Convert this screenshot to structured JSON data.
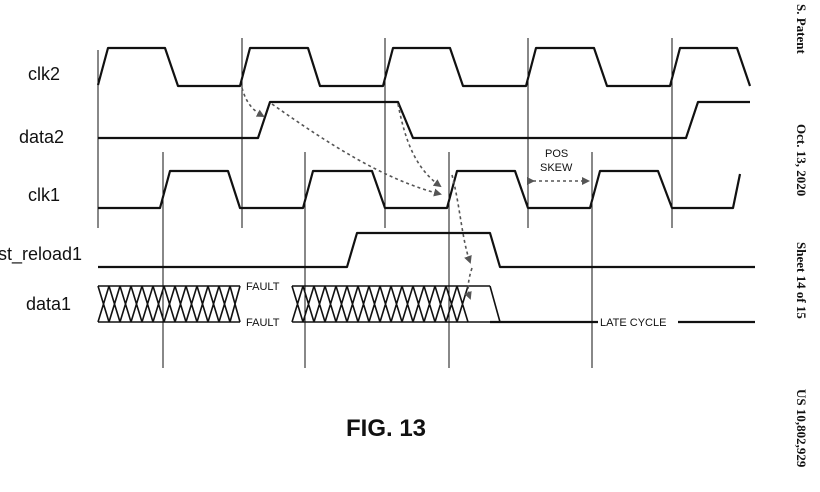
{
  "signals": [
    {
      "id": "clk2",
      "label": "clk2"
    },
    {
      "id": "data2",
      "label": "data2"
    },
    {
      "id": "clk1",
      "label": "clk1"
    },
    {
      "id": "st_reload1",
      "label": "st_reload1"
    },
    {
      "id": "data1",
      "label": "data1"
    }
  ],
  "annotations": {
    "pos_skew_line1": "POS",
    "pos_skew_line2": "SKEW",
    "fault_top": "FAULT",
    "fault_bottom": "FAULT",
    "late_cycle": "LATE CYCLE"
  },
  "figure_label": "FIG. 13",
  "header": {
    "patent": "S. Patent",
    "date": "Oct. 13, 2020",
    "sheet": "Sheet 14 of 15",
    "number": "US 10,802,929"
  },
  "colors": {
    "line": "#111111",
    "dashed_arrow": "#555555"
  }
}
